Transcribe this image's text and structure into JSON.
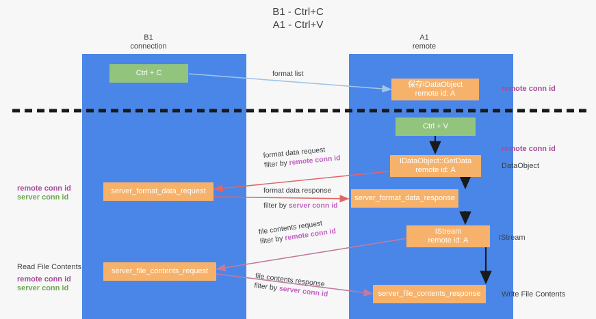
{
  "title": {
    "line1": "B1 - Ctrl+C",
    "line2": "A1 - Ctrl+V"
  },
  "lanes": [
    {
      "name": "left",
      "title": "B1",
      "subtitle": "connection"
    },
    {
      "name": "right",
      "title": "A1",
      "subtitle": "remote"
    }
  ],
  "boxes": {
    "ctrl_c": {
      "label": "Ctrl + C"
    },
    "ctrl_v": {
      "label": "Ctrl + V"
    },
    "save_idataobject": {
      "line1": "保存IDataObject",
      "line2": "remote id: A"
    },
    "getdata": {
      "line1": "IDataObject::GetData",
      "line2": "remote id: A"
    },
    "istream": {
      "line1": "IStream",
      "line2": "remote id: A"
    },
    "server_format_data_request": {
      "label": "server_format_data_request"
    },
    "server_format_data_response": {
      "label": "server_format_data_response"
    },
    "server_file_contents_request": {
      "label": "server_file_contents_request"
    },
    "server_file_contents_response": {
      "label": "server_file_contents_response"
    }
  },
  "arrow_labels": {
    "format_list": {
      "text": "format list"
    },
    "format_data_request": {
      "l1": "format data request",
      "l2pre": "filter by ",
      "l2key": "remote conn id"
    },
    "format_data_response": {
      "l1": "format data response",
      "l2pre": "filter by ",
      "l2key": "server conn id"
    },
    "file_contents_request": {
      "l1": "file contents request",
      "l2pre": "filter by ",
      "l2key": "remote conn id"
    },
    "file_contents_response": {
      "l1": "file contents response",
      "l2pre": "filter by ",
      "l2key": "server conn id"
    }
  },
  "left_notes": {
    "format_remote": "remote conn id",
    "format_server": "server conn id",
    "read_file_contents": "Read File Contents",
    "file_remote": "remote conn id",
    "file_server": "server conn id"
  },
  "right_notes": {
    "top_remote": "remote conn id",
    "mid_remote": "remote conn id",
    "dataobject": "DataObject",
    "istream": "IStream",
    "write_file_contents": "Write File Contents"
  },
  "colors": {
    "lane": "#4a86e8",
    "orange": "#f6b26b",
    "green": "#93c47d",
    "purple": "#a64d9a",
    "green_text": "#6aa84f",
    "red_arrow": "#e06666",
    "magenta_arrow": "#c27ba0",
    "blue_arrow": "#9fc5e8",
    "divider": "#1a1a1a"
  }
}
